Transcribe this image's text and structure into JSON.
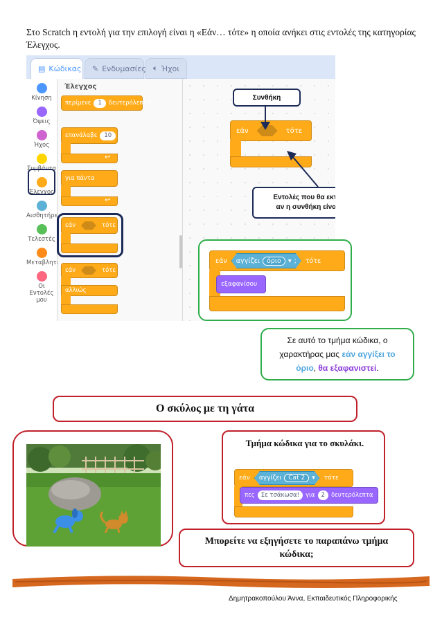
{
  "intro": {
    "text": "Στο Scratch η εντολή για την επιλογή είναι η «Εάν… τότε» η οποία ανήκει στις εντολές της κατηγορίας Έλεγχος."
  },
  "editor": {
    "tabs": [
      {
        "label": "Κώδικας",
        "icon": "code-icon"
      },
      {
        "label": "Ενδυμασίες",
        "icon": "brush-icon"
      },
      {
        "label": "Ήχοι",
        "icon": "speaker-icon"
      }
    ],
    "categories": [
      {
        "label": "Κίνηση",
        "color": "#4c97ff"
      },
      {
        "label": "Όψεις",
        "color": "#9966ff"
      },
      {
        "label": "Ήχος",
        "color": "#cf63cf"
      },
      {
        "label": "Συμβάντα",
        "color": "#ffd500"
      },
      {
        "label": "Έλεγχος",
        "color": "#ffab19"
      },
      {
        "label": "Αισθητήρες",
        "color": "#5cb1d6"
      },
      {
        "label": "Τελεστές",
        "color": "#59c059"
      },
      {
        "label": "Μεταβλητές",
        "color": "#ff8c1a"
      },
      {
        "label": "Οι Εντολές μου",
        "color": "#ff6680"
      }
    ],
    "palette_title": "Έλεγχος",
    "blocks": {
      "wait_pre": "περίμενε",
      "wait_num": "1",
      "wait_post": "δευτερόλεπτα",
      "repeat_pre": "επανάλαβε",
      "repeat_num": "10",
      "forever": "για πάντα",
      "if_if": "εάν",
      "if_then": "τότε",
      "ifelse_if": "εάν",
      "ifelse_then": "τότε",
      "ifelse_else": "αλλιώς"
    },
    "workspace_block": {
      "if": "εάν",
      "then": "τότε"
    },
    "condition_label": "Συνθήκη",
    "commands_label_1": "Εντολές που θα εκτελεστούν",
    "commands_label_2": "αν η συνθήκη είναι αληθής",
    "example": {
      "if": "εάν",
      "touching": "αγγίζει",
      "edge": "όριο",
      "then": "τότε",
      "hide": "εξαφανίσου"
    }
  },
  "explain": {
    "prefix": "Σε αυτό το τμήμα κώδικα, ο χαρακτήρας μας ",
    "if_touching_edge": "εάν αγγίξει το όριο",
    "comma": ", ",
    "will_hide": "θα εξαφανιστεί",
    "suffix": "."
  },
  "section_title": "Ο σκύλος με τη γάτα",
  "dog_code": {
    "title": "Τμήμα κώδικα για το σκυλάκι.",
    "if": "εάν",
    "touching": "αγγίζει",
    "target": "Cat 2",
    "then": "τότε",
    "say": "πες",
    "message": "Σε τσάκωσα!",
    "for": "για",
    "secs": "2",
    "secs_label": "δευτερόλεπτα"
  },
  "question": "Μπορείτε να εξηγήσετε το παραπάνω τμήμα κώδικα;",
  "footer": "Δημητρακοπούλου Άννα, Εκπαιδευτικός Πληροφορικής",
  "colors": {
    "control": "#ffab19",
    "looks": "#9966ff",
    "sensing": "#5cb1d6",
    "frame_green": "#2ead4a",
    "frame_red": "#c0202a",
    "navy": "#1b2a57"
  }
}
